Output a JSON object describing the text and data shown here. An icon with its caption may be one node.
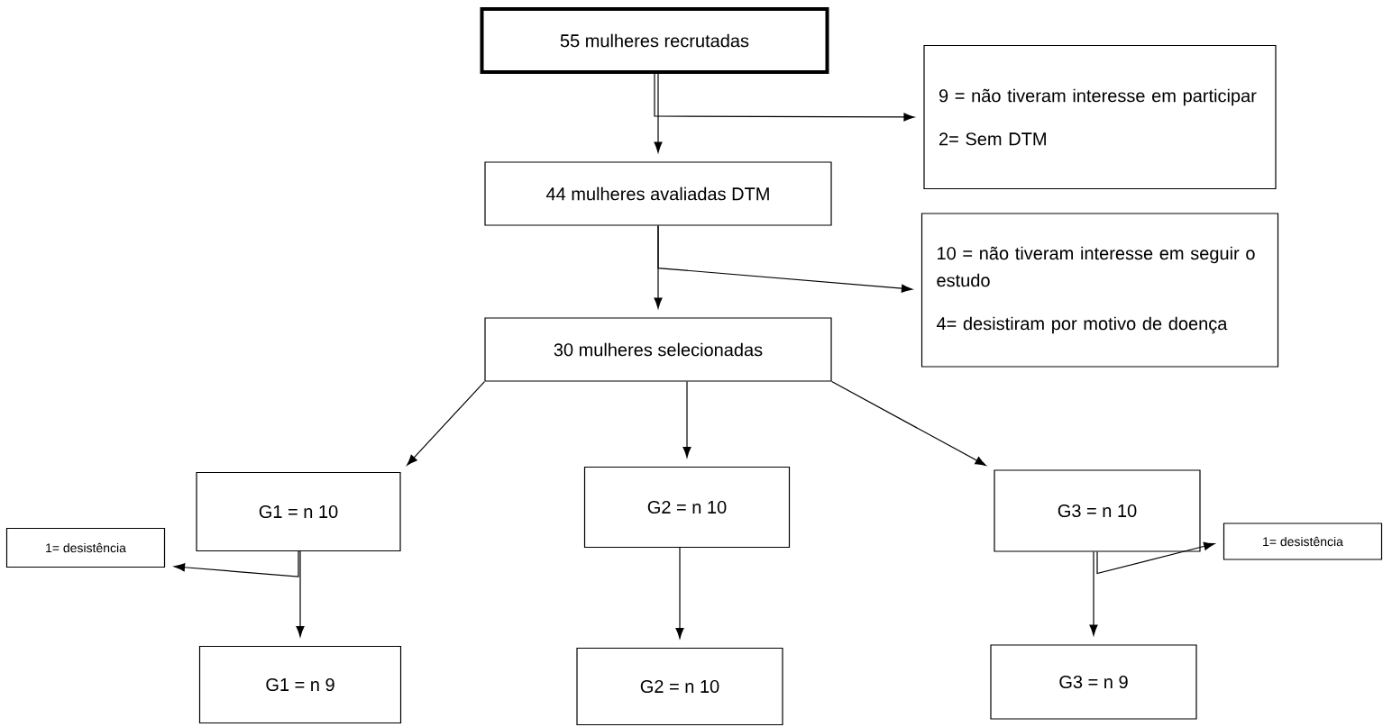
{
  "diagram": {
    "nodes": [
      {
        "text": [
          "55 mulheres recrutadas"
        ]
      },
      {
        "text": [
          "9 = não tiveram interesse em participar",
          "2= Sem DTM"
        ]
      },
      {
        "text": [
          "44 mulheres avaliadas DTM"
        ]
      },
      {
        "text": [
          "10 = não tiveram interesse em seguir o estudo",
          "4= desistiram por motivo de doença"
        ]
      },
      {
        "text": [
          "30 mulheres selecionadas"
        ]
      },
      {
        "text": [
          "G1 = n 10"
        ]
      },
      {
        "text": [
          "G2 = n 10"
        ]
      },
      {
        "text": [
          "G3 = n 10"
        ]
      },
      {
        "text": [
          "1= desistência"
        ]
      },
      {
        "text": [
          "1= desistência"
        ]
      },
      {
        "text": [
          "G1 = n 9"
        ]
      },
      {
        "text": [
          "G2 = n 10"
        ]
      },
      {
        "text": [
          "G3 = n 9"
        ]
      }
    ],
    "edges": [
      {
        "from": 0,
        "to": 2,
        "arrow": "to"
      },
      {
        "from": 0,
        "to": 1,
        "arrow": "to"
      },
      {
        "from": 2,
        "to": 4,
        "arrow": "to"
      },
      {
        "from": 2,
        "to": 3,
        "arrow": "to"
      },
      {
        "from": 4,
        "to": 5,
        "arrow": "to"
      },
      {
        "from": 4,
        "to": 6,
        "arrow": "to"
      },
      {
        "from": 4,
        "to": 7,
        "arrow": "to"
      },
      {
        "from": 5,
        "to": 10,
        "arrow": "to"
      },
      {
        "from": 5,
        "to": 8,
        "arrow": "to"
      },
      {
        "from": 6,
        "to": 11,
        "arrow": "to"
      },
      {
        "from": 7,
        "to": 12,
        "arrow": "to"
      },
      {
        "from": 7,
        "to": 9,
        "arrow": "to"
      }
    ]
  }
}
